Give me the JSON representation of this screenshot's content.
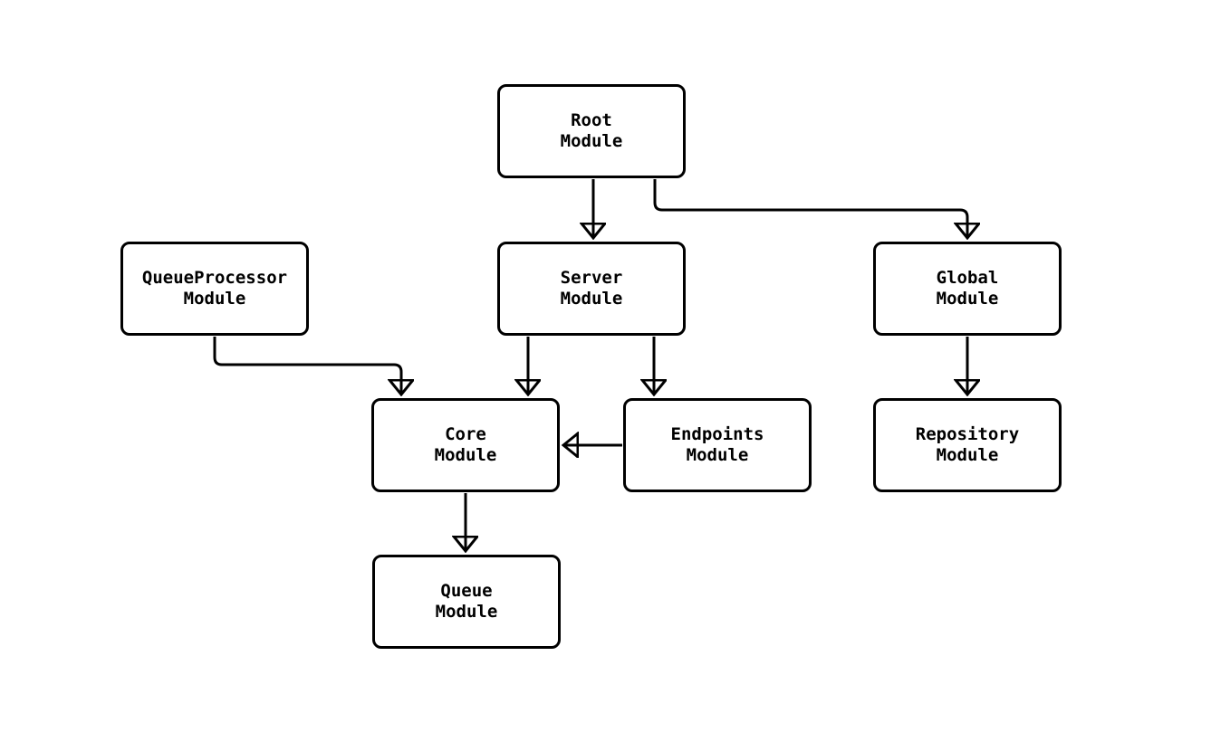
{
  "diagram": {
    "type": "module-dependency-graph",
    "background_color": "#ffffff",
    "stroke_color": "#000000",
    "nodes": {
      "root": {
        "line1": "Root",
        "line2": "Module"
      },
      "server": {
        "line1": "Server",
        "line2": "Module"
      },
      "queue_processor": {
        "line1": "QueueProcessor",
        "line2": "Module"
      },
      "global": {
        "line1": "Global",
        "line2": "Module"
      },
      "core": {
        "line1": "Core",
        "line2": "Module"
      },
      "endpoints": {
        "line1": "Endpoints",
        "line2": "Module"
      },
      "repository": {
        "line1": "Repository",
        "line2": "Module"
      },
      "queue": {
        "line1": "Queue",
        "line2": "Module"
      }
    },
    "edges": [
      {
        "from": "Root Module",
        "to": "Server Module"
      },
      {
        "from": "Root Module",
        "to": "Global Module"
      },
      {
        "from": "QueueProcessor Module",
        "to": "Core Module"
      },
      {
        "from": "Server Module",
        "to": "Core Module"
      },
      {
        "from": "Server Module",
        "to": "Endpoints Module"
      },
      {
        "from": "Endpoints Module",
        "to": "Core Module"
      },
      {
        "from": "Global Module",
        "to": "Repository Module"
      },
      {
        "from": "Core Module",
        "to": "Queue Module"
      }
    ]
  }
}
